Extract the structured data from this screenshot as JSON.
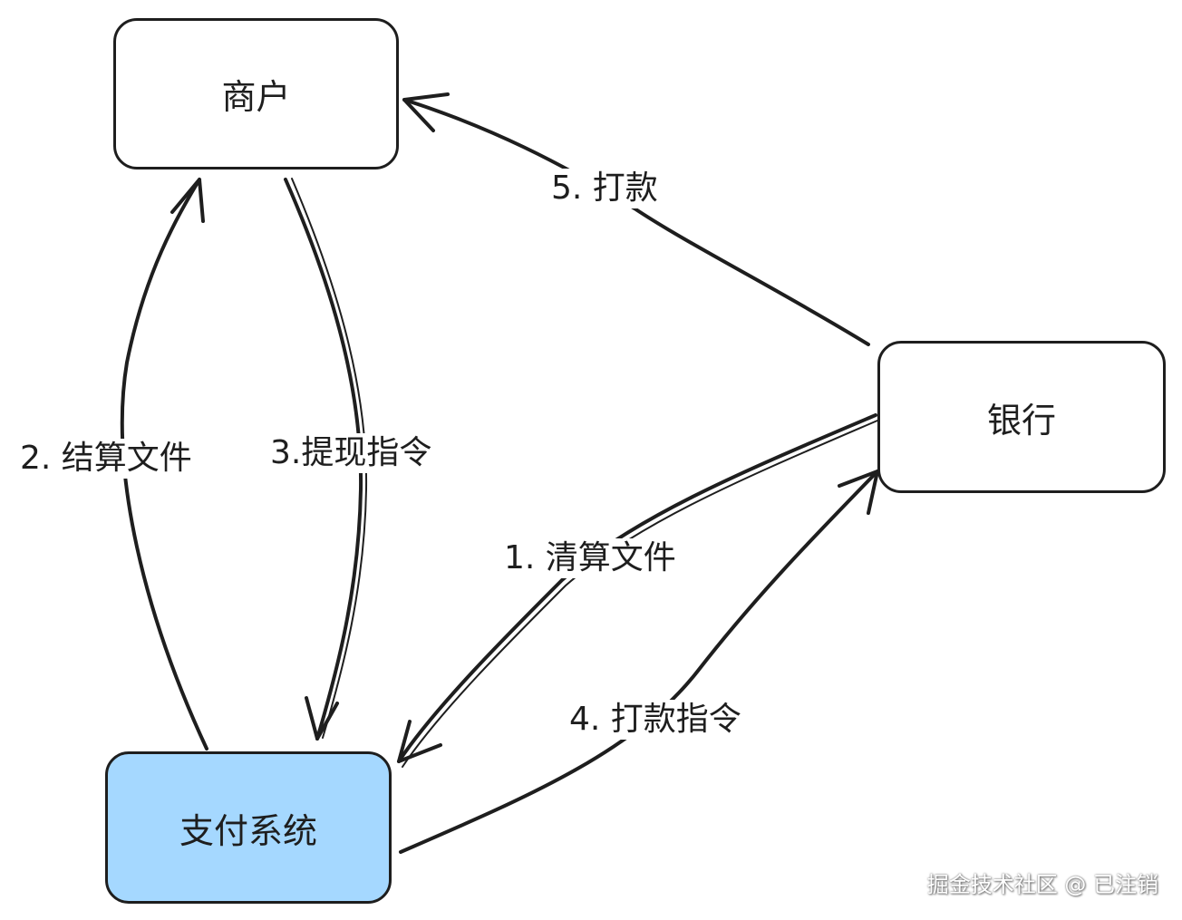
{
  "nodes": {
    "merchant": "商户",
    "bank": "银行",
    "payment_system": "支付系统"
  },
  "edges": {
    "e1": "1. 清算文件",
    "e2": "2. 结算文件",
    "e3": "3.提现指令",
    "e4": "4. 打款指令",
    "e5": "5. 打款"
  },
  "watermark": "掘金技术社区 @ 已注销",
  "colors": {
    "stroke": "#1e1e1e",
    "payment_fill": "#a5d8ff",
    "background": "#ffffff"
  }
}
